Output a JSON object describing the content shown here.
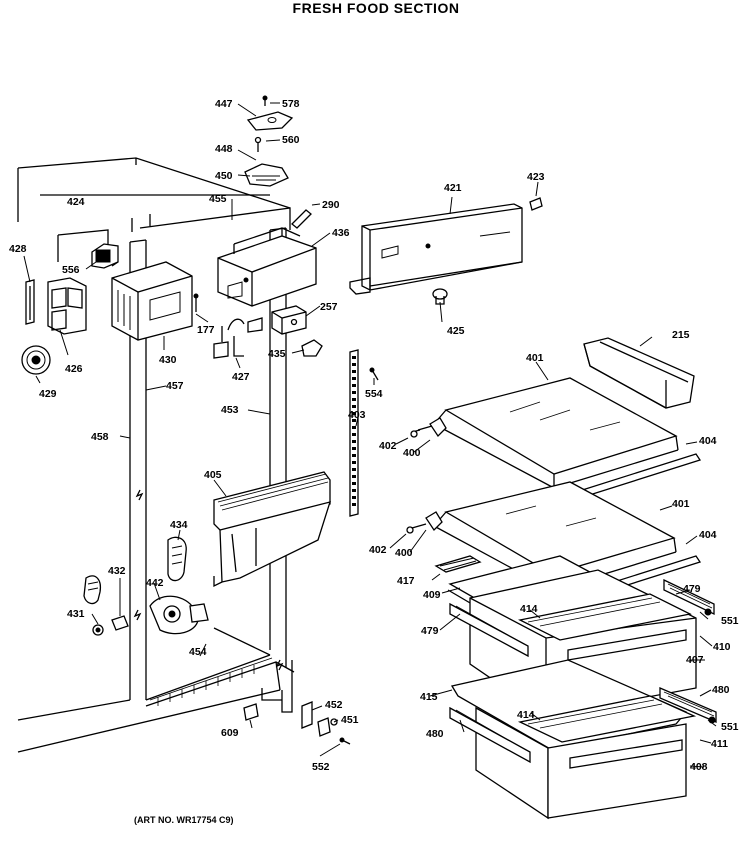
{
  "title": "FRESH FOOD SECTION",
  "art_number": "(ART NO. WR17754 C9)",
  "parts": [
    "447",
    "578",
    "448",
    "560",
    "450",
    "424",
    "455",
    "290",
    "421",
    "423",
    "428",
    "556",
    "436",
    "426",
    "257",
    "177",
    "430",
    "425",
    "215",
    "429",
    "435",
    "427",
    "401",
    "457",
    "554",
    "453",
    "403",
    "458",
    "402",
    "400",
    "404",
    "405",
    "434",
    "401",
    "404",
    "402",
    "400",
    "432",
    "442",
    "417",
    "479",
    "409",
    "414",
    "551",
    "431",
    "479",
    "410",
    "454",
    "407",
    "415",
    "480",
    "452",
    "414",
    "609",
    "451",
    "480",
    "551",
    "411",
    "552",
    "408"
  ]
}
